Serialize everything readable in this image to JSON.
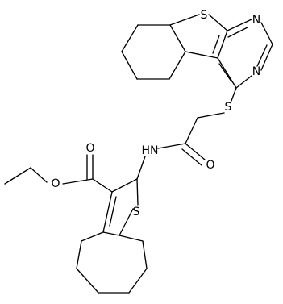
{
  "labels": {
    "s_top": "S",
    "n_upper": "N",
    "n_lower": "N",
    "s_thioether": "S",
    "nh": "HN",
    "o_amide": "O",
    "o_carbonyl": "O",
    "o_ester": "O",
    "s_thiophene": "S"
  },
  "colors": {
    "bond": "#000000",
    "text": "#000000",
    "background": "#ffffff"
  }
}
